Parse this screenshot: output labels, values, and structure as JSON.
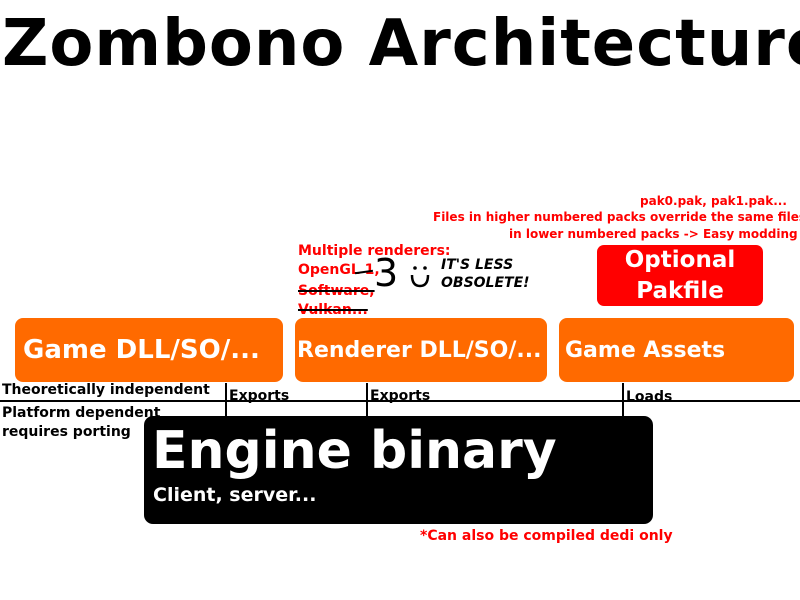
{
  "title": "Zombono Architecture",
  "game_dll": {
    "label": "Game DLL/SO/..."
  },
  "renderer_dll": {
    "label": "Renderer DLL/SO/..."
  },
  "game_assets": {
    "label": "Game Assets"
  },
  "optional_pakfile": {
    "line1": "Optional",
    "line2": "Pakfile"
  },
  "pak_note": {
    "line1": "pak0.pak, pak1.pak...",
    "line2": "Files in higher numbered packs override the same files",
    "line3": "in lower numbered packs -> Easy modding"
  },
  "renderers_note": {
    "heading": "Multiple renderers:",
    "opengl": "OpenGL 1,",
    "software": "Software,",
    "vulkan": "Vulkan...",
    "handwritten": "3",
    "smiley": "̈◡",
    "less_obsolete_1": "IT'S LESS",
    "less_obsolete_2": "OBSOLETE!"
  },
  "notes": {
    "theoretically_independent": "Theoretically independent",
    "platform_dependent_1": "Platform dependent",
    "platform_dependent_2": "requires porting"
  },
  "connectors": {
    "exports_1": "Exports",
    "exports_2": "Exports",
    "loads": "Loads"
  },
  "engine": {
    "title": "Engine binary",
    "subtitle": "Client, server...",
    "footnote": "*Can also be compiled dedi only"
  },
  "colors": {
    "orange": "#ff6a00",
    "red": "#ff0000",
    "black": "#000000",
    "white": "#ffffff"
  }
}
